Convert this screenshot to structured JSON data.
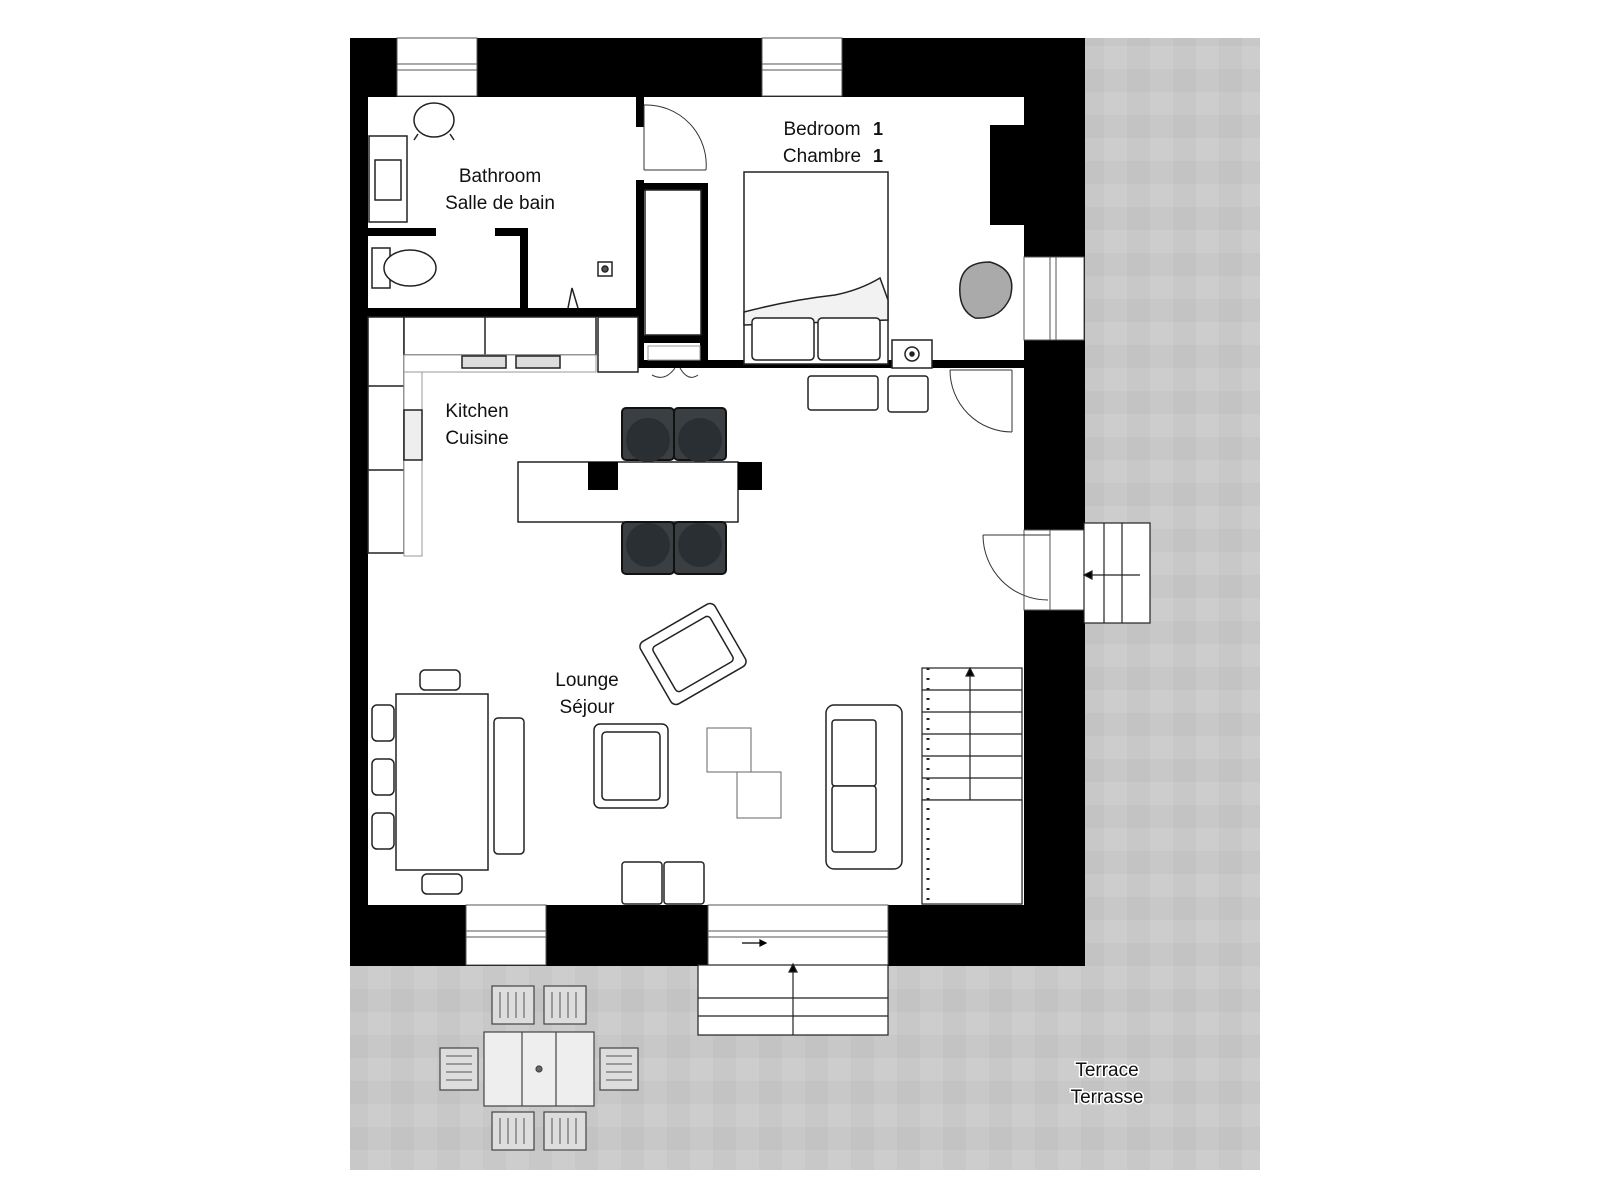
{
  "rooms": {
    "bathroom": {
      "en": "Bathroom",
      "fr": "Salle de bain"
    },
    "bedroom": {
      "en": "Bedroom",
      "fr": "Chambre",
      "number": "1"
    },
    "kitchen": {
      "en": "Kitchen",
      "fr": "Cuisine"
    },
    "lounge": {
      "en": "Lounge",
      "fr": "Séjour"
    },
    "terrace": {
      "en": "Terrace",
      "fr": "Terrasse"
    }
  },
  "colors": {
    "wall": "#000000",
    "floor": "#ffffff",
    "terrace_tile": "#c9c9c9",
    "furniture_dark": "#3a3f44"
  }
}
